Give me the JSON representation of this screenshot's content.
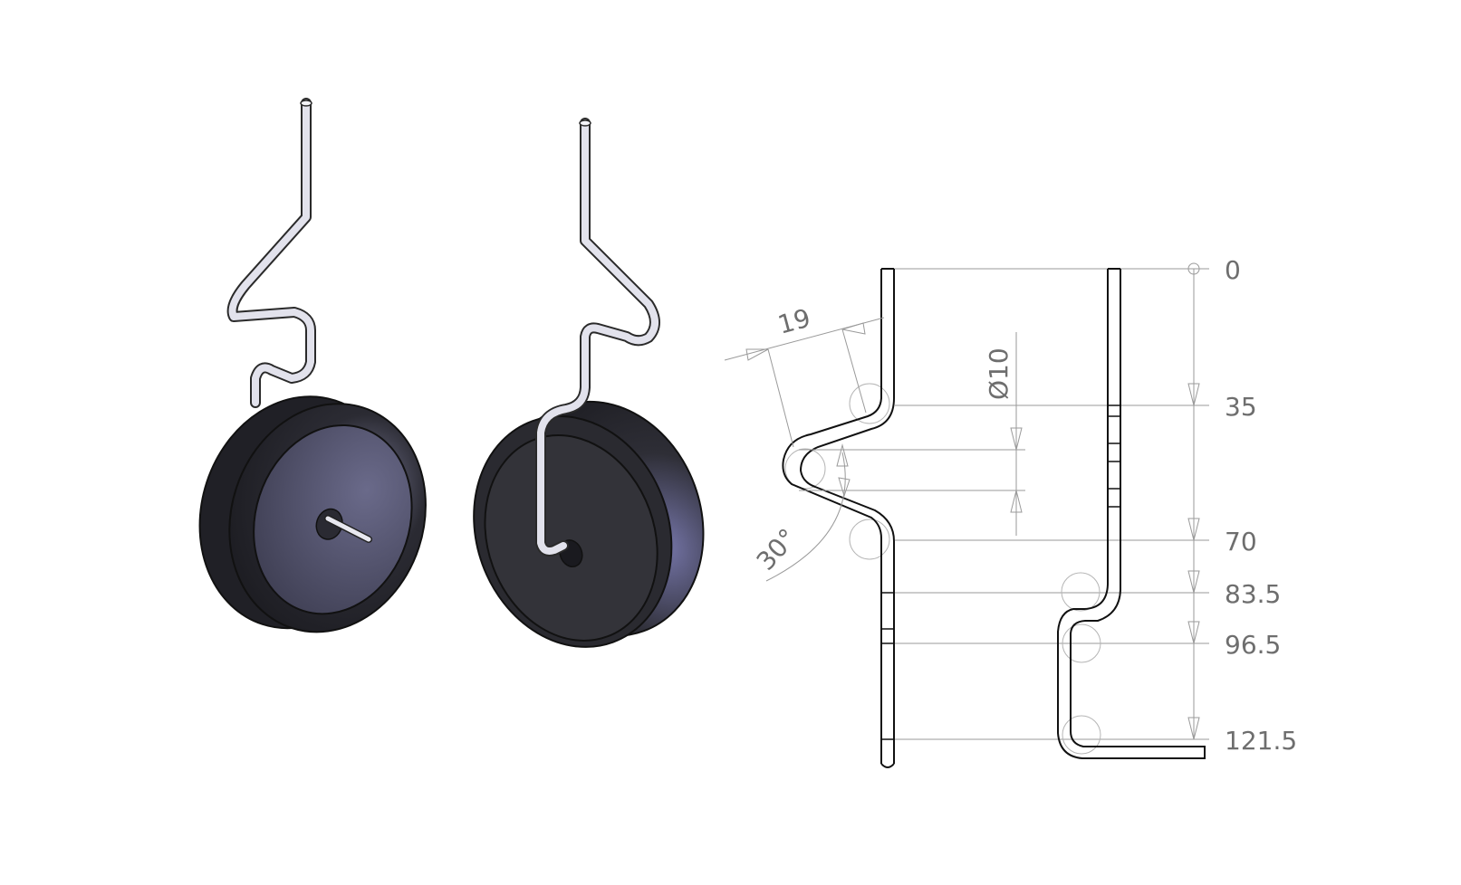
{
  "drawing": {
    "ordinate_labels": [
      "0",
      "35",
      "70",
      "83.5",
      "96.5",
      "121.5"
    ],
    "width_dim": "19",
    "diameter_dim": "Ø10",
    "angle_dim": "30°"
  },
  "colors": {
    "wire": "#d9d9e6",
    "wheel_dark": "#2f2f35",
    "wheel_face": "#4c4c63",
    "dimension": "#9a9a9a",
    "outline": "#111111"
  }
}
